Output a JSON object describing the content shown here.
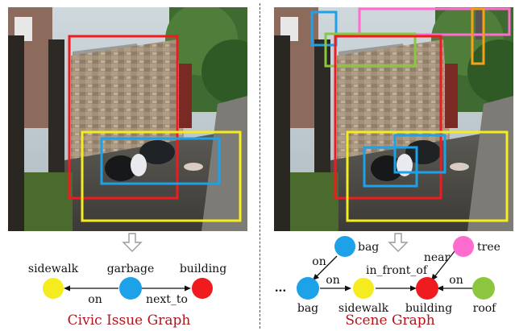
{
  "colors": {
    "red": "#ef1b1f",
    "yellow": "#f5ec20",
    "blue": "#1da1e8",
    "green": "#8cc63f",
    "pink": "#ff6ccf",
    "orange": "#f7a11a",
    "caption": "#b5121b"
  },
  "left_panel": {
    "caption": "Civic Issue Graph",
    "nodes": {
      "sidewalk": "sidewalk",
      "garbage": "garbage",
      "building": "building"
    },
    "edges": {
      "on": "on",
      "next_to": "next_to"
    },
    "boxes": [
      "red",
      "yellow",
      "blue"
    ]
  },
  "right_panel": {
    "caption": "Scene Graph",
    "ellipsis": "...",
    "nodes": {
      "bag_top": "bag",
      "tree": "tree",
      "bag_bottom": "bag",
      "sidewalk": "sidewalk",
      "building": "building",
      "roof": "roof"
    },
    "edges": {
      "on_left": "on",
      "near": "near",
      "on_mid": "on",
      "in_front_of": "in_front_of",
      "on_right": "on"
    },
    "boxes": [
      "blue",
      "pink",
      "orange",
      "green",
      "red",
      "yellow",
      "blue",
      "blue"
    ]
  }
}
